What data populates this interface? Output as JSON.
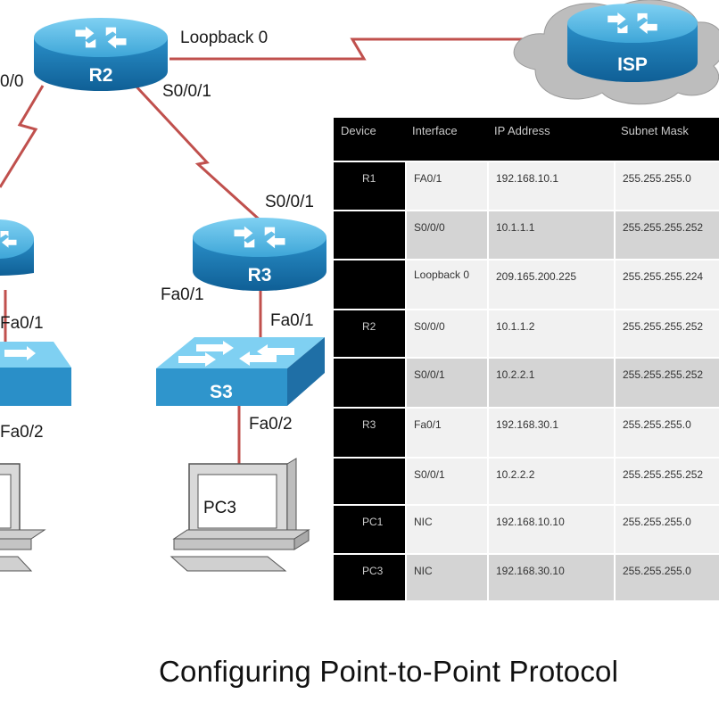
{
  "caption": "Configuring Point-to-Point Protocol",
  "devices": {
    "r2": "R2",
    "r3": "R3",
    "isp": "ISP",
    "s3": "S3",
    "pc3": "PC3"
  },
  "labels": {
    "r2_s000_partial": "0/0",
    "r2_loopback": "Loopback 0",
    "r2_s001": "S0/0/1",
    "r3_s001": "S0/0/1",
    "r1_fa01": "Fa0/1",
    "r3_fa01": "Fa0/1",
    "s3_fa01": "Fa0/1",
    "s1_fa02": "Fa0/2",
    "s3_fa02": "Fa0/2"
  },
  "table": {
    "headers": [
      "Device",
      "Interface",
      "IP Address",
      "Subnet Mask"
    ],
    "rows": [
      {
        "device": "R1",
        "interface": "FA0/1",
        "ip": "192.168.10.1",
        "mask": "255.255.255.0"
      },
      {
        "device": "",
        "interface": "S0/0/0",
        "ip": "10.1.1.1",
        "mask": "255.255.255.252"
      },
      {
        "device": "",
        "interface": "Loopback 0",
        "ip": "209.165.200.225",
        "mask": "255.255.255.224"
      },
      {
        "device": "R2",
        "interface": "S0/0/0",
        "ip": "10.1.1.2",
        "mask": "255.255.255.252"
      },
      {
        "device": "",
        "interface": "S0/0/1",
        "ip": "10.2.2.1",
        "mask": "255.255.255.252"
      },
      {
        "device": "R3",
        "interface": "Fa0/1",
        "ip": "192.168.30.1",
        "mask": "255.255.255.0"
      },
      {
        "device": "",
        "interface": "S0/0/1",
        "ip": "10.2.2.2",
        "mask": "255.255.255.252"
      },
      {
        "device": "PC1",
        "interface": "NIC",
        "ip": "192.168.10.10",
        "mask": "255.255.255.0"
      },
      {
        "device": "PC3",
        "interface": "NIC",
        "ip": "192.168.30.10",
        "mask": "255.255.255.0"
      }
    ]
  },
  "colors": {
    "router_top": "#4fb3e0",
    "router_side": "#1f7cb3",
    "serial_link": "#c0504d",
    "table_bg": "#000000",
    "cloud": "#b9b9b9"
  }
}
